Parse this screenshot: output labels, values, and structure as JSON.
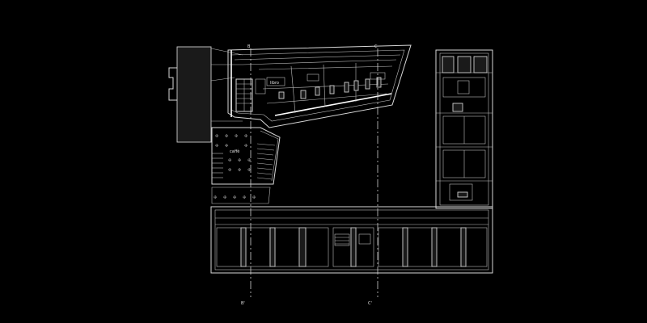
{
  "drawing": {
    "background_color": "#000000",
    "line_color": "#d8d8d8",
    "type": "architectural-floor-plan"
  },
  "labels": {
    "library": "libro",
    "cafe": "caffè",
    "grid_top_left": "B",
    "grid_top_right": "C",
    "grid_bottom_left": "B'",
    "grid_bottom_right": "C'"
  },
  "icons": {
    "cafe_table": "table-chairs-icon",
    "stair": "stair-icon"
  }
}
